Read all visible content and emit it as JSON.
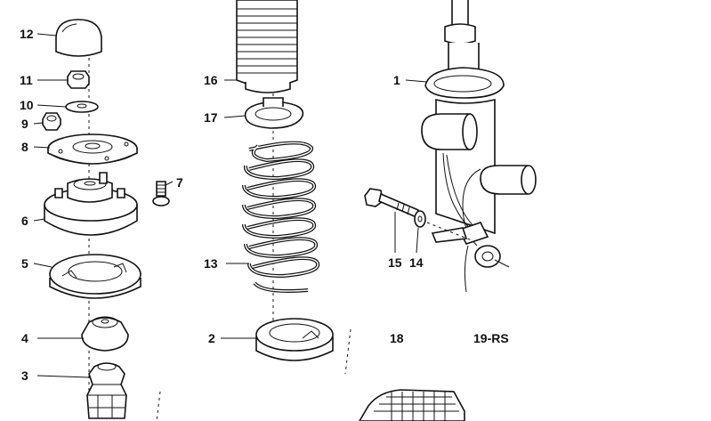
{
  "labels": {
    "p1": "1",
    "p2": "2",
    "p3": "3",
    "p4": "4",
    "p5": "5",
    "p6": "6",
    "p7": "7",
    "p8": "8",
    "p9": "9",
    "p10": "10",
    "p11": "11",
    "p12": "12",
    "p13": "13",
    "p14": "14",
    "p15": "15",
    "p16": "16",
    "p17": "17",
    "p18": "18",
    "p19": "19-RS"
  }
}
